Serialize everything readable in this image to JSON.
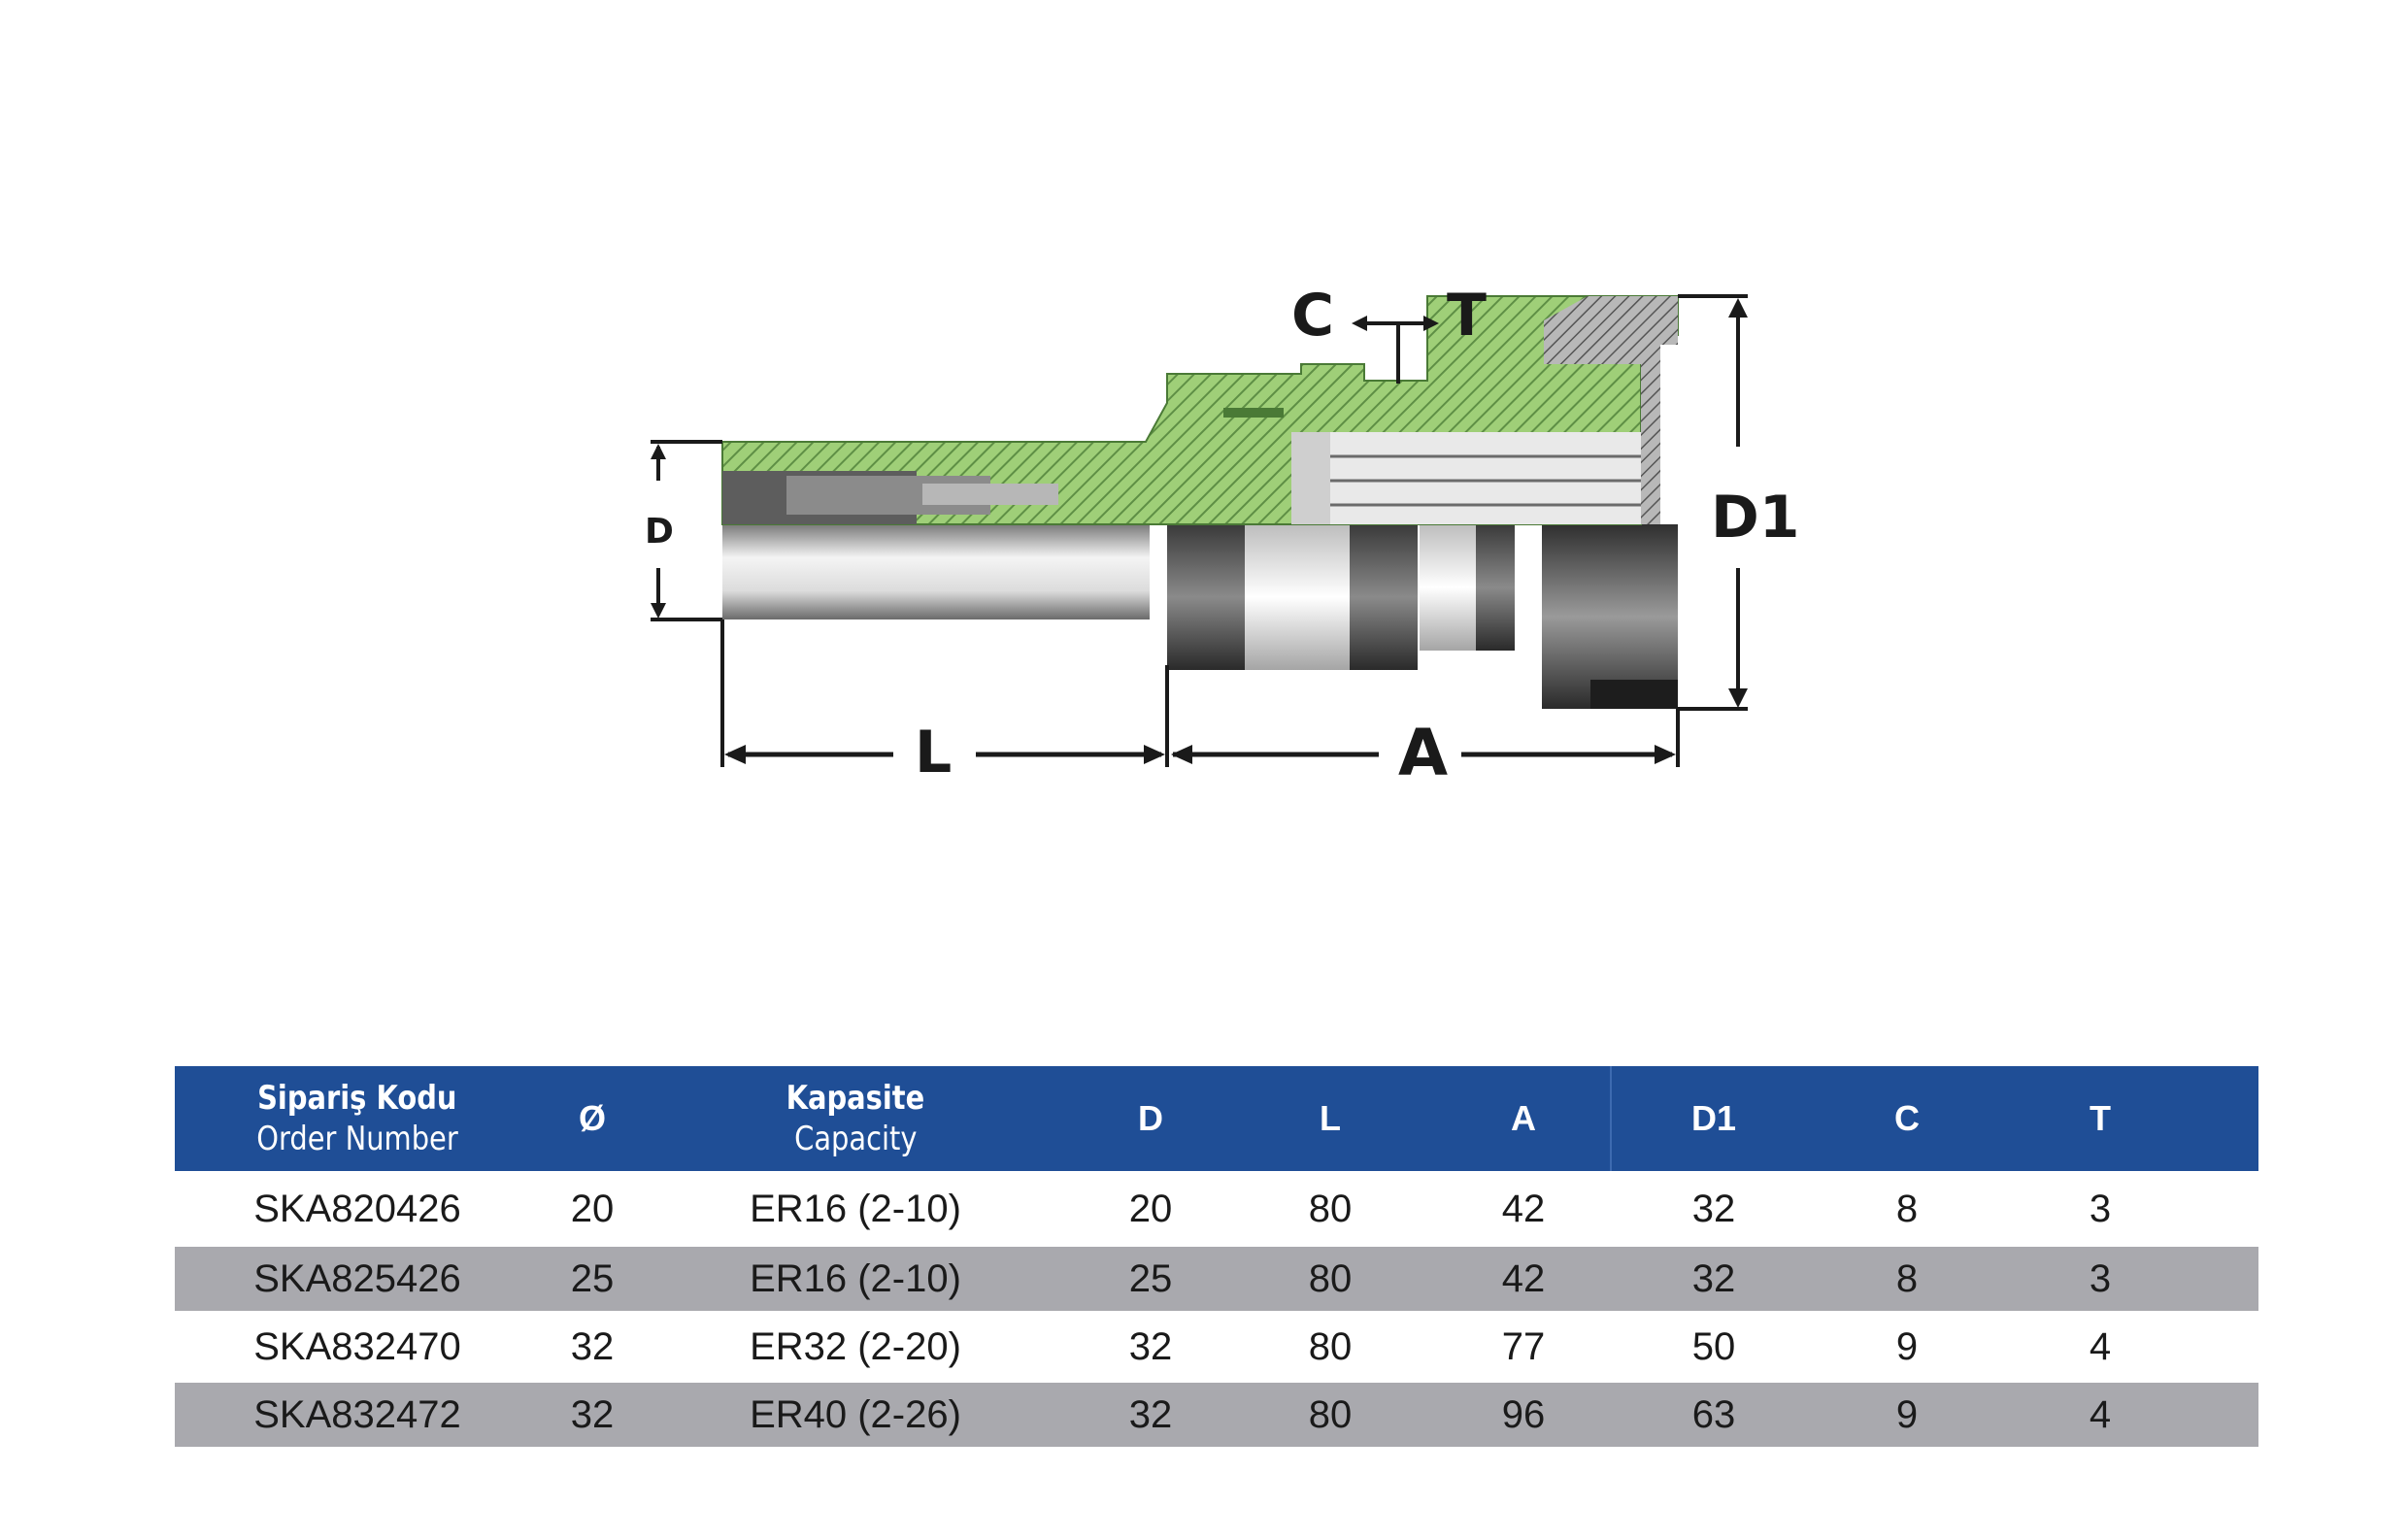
{
  "drawing": {
    "labels": {
      "c": "C",
      "t": "T",
      "d": "D",
      "d1": "D1",
      "l": "L",
      "a": "A"
    }
  },
  "table": {
    "headers": [
      {
        "tr": "Sipariş Kodu",
        "en": "Order Number"
      },
      {
        "tr": "Ø",
        "en": ""
      },
      {
        "tr": "Kapasite",
        "en": "Capacity"
      },
      {
        "tr": "D",
        "en": ""
      },
      {
        "tr": "L",
        "en": ""
      },
      {
        "tr": "A",
        "en": ""
      },
      {
        "tr": "D1",
        "en": ""
      },
      {
        "tr": "C",
        "en": ""
      },
      {
        "tr": "T",
        "en": ""
      }
    ],
    "rows": [
      [
        "SKA820426",
        "20",
        "ER16 (2-10)",
        "20",
        "80",
        "42",
        "32",
        "8",
        "3"
      ],
      [
        "SKA825426",
        "25",
        "ER16 (2-10)",
        "25",
        "80",
        "42",
        "32",
        "8",
        "3"
      ],
      [
        "SKA832470",
        "32",
        "ER32 (2-20)",
        "32",
        "80",
        "77",
        "50",
        "9",
        "4"
      ],
      [
        "SKA832472",
        "32",
        "ER40 (2-26)",
        "32",
        "80",
        "96",
        "63",
        "9",
        "4"
      ]
    ]
  },
  "colors": {
    "header_bg": "#1f4e96",
    "row_shade": "#a9a9ae",
    "section_hatch": "#8cc069"
  }
}
